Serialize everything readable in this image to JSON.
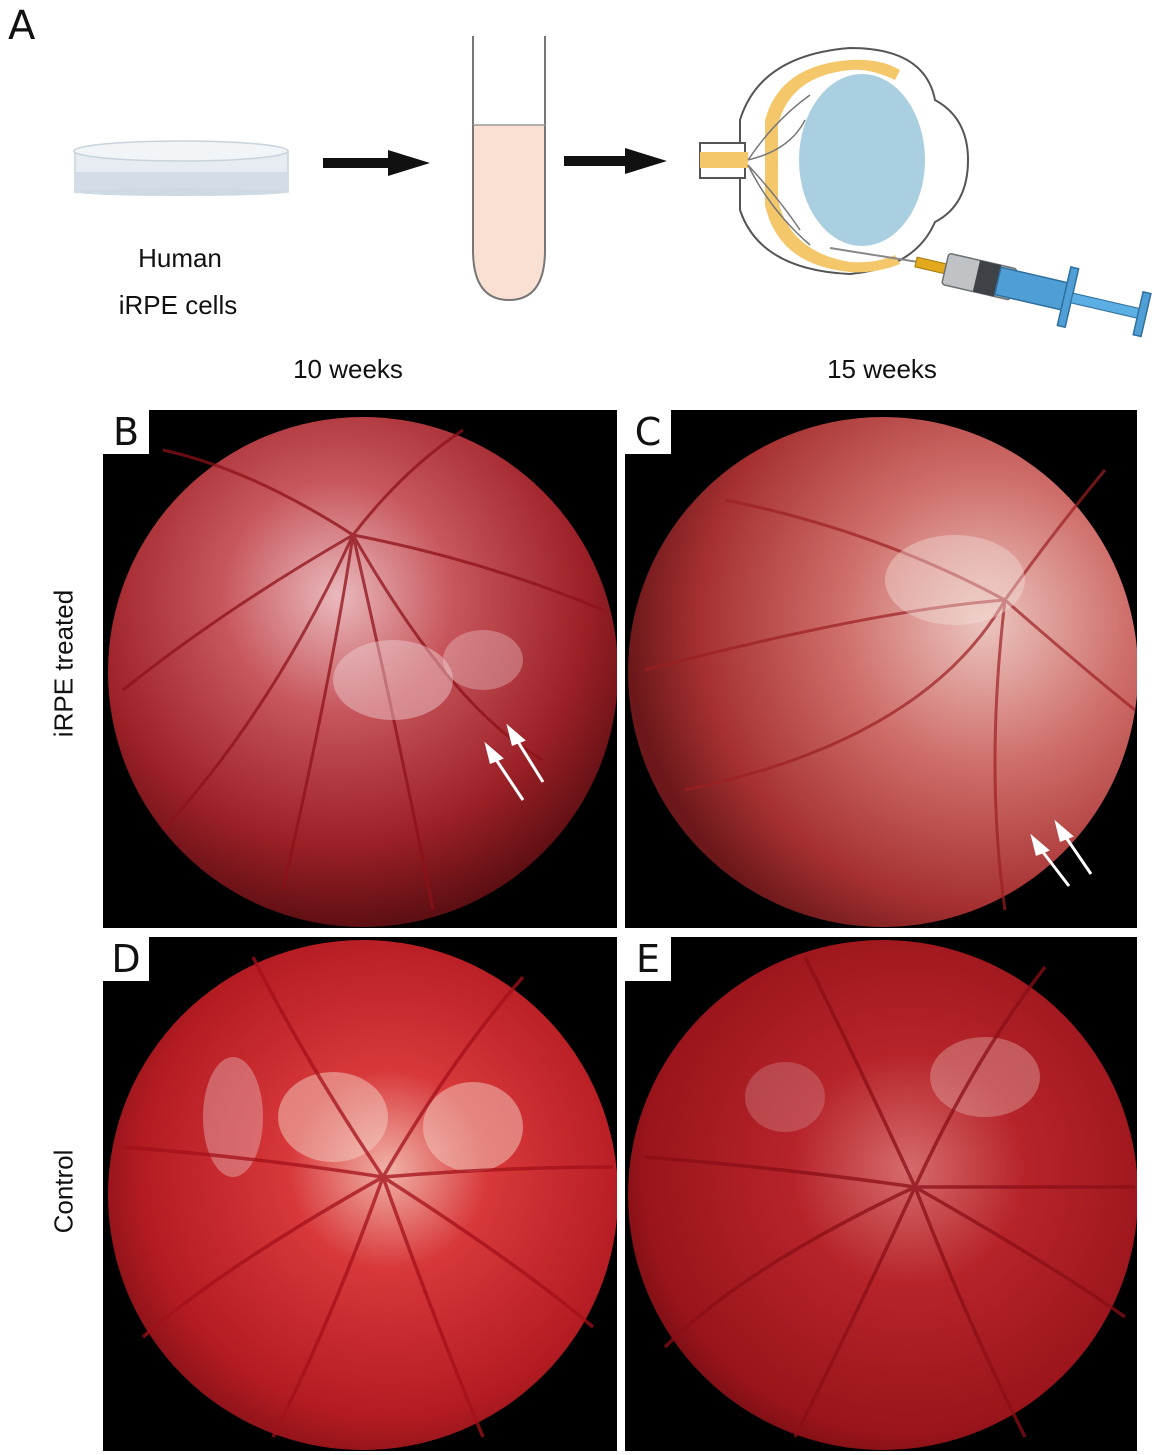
{
  "panel_a": {
    "letter": "A",
    "cells_label_line1": "Human",
    "cells_label_line2": "iRPE cells",
    "time_1": "10 weeks",
    "time_2": "15 weeks"
  },
  "panels": [
    {
      "letter": "B",
      "row": "iRPE treated",
      "time": "10 weeks",
      "arrows": true
    },
    {
      "letter": "C",
      "row": "iRPE treated",
      "time": "15 weeks",
      "arrows": true
    },
    {
      "letter": "D",
      "row": "Control",
      "time": "10 weeks",
      "arrows": false
    },
    {
      "letter": "E",
      "row": "Control",
      "time": "15 weeks",
      "arrows": false
    }
  ],
  "row_labels": {
    "treated": "iRPE treated",
    "control": "Control"
  },
  "colors": {
    "dish": "#dfe7ef",
    "tube_fill": "#f9dfd4",
    "vitreous": "#a9cfe0",
    "retina_yellow": "#f4c76a",
    "syringe_blue": "#4f9fd6",
    "fundus_red": "#b51a22",
    "background": "#ffffff"
  }
}
